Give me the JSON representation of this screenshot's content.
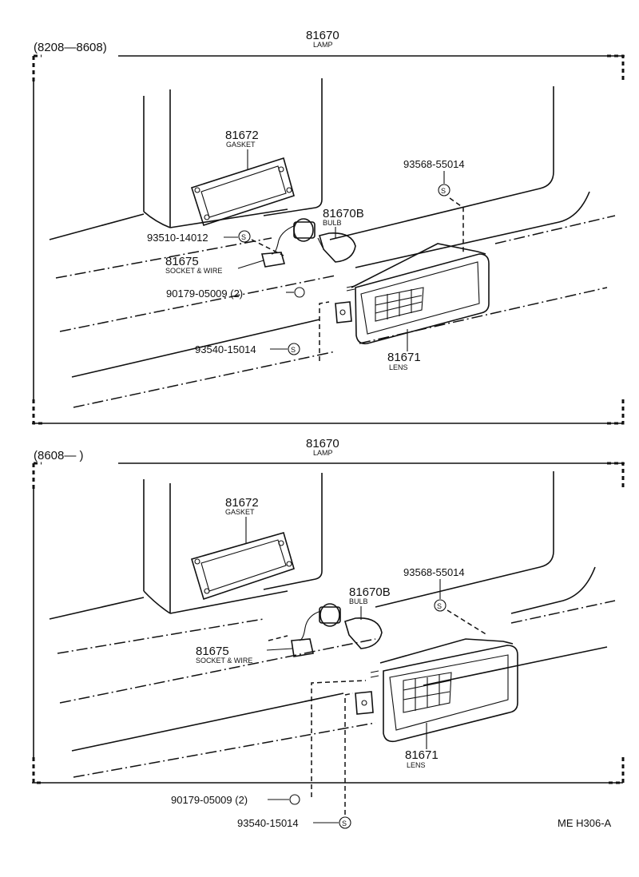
{
  "sections": [
    {
      "range_label": "(8208—8608)",
      "lamp": {
        "number": "81670",
        "name": "LAMP"
      },
      "gasket": {
        "number": "81672",
        "name": "GASKET"
      },
      "bulb": {
        "number": "81670B",
        "name": "BULB"
      },
      "socket": {
        "number": "81675",
        "name": "SOCKET & WIRE"
      },
      "lens": {
        "number": "81671",
        "name": "LENS"
      },
      "refs": [
        "93510-14012",
        "93568-55014",
        "90179-05009 (2)",
        "93540-15014"
      ]
    },
    {
      "range_label": "(8608—       )",
      "lamp": {
        "number": "81670",
        "name": "LAMP"
      },
      "gasket": {
        "number": "81672",
        "name": "GASKET"
      },
      "bulb": {
        "number": "81670B",
        "name": "BULB"
      },
      "socket": {
        "number": "81675",
        "name": "SOCKET & WIRE"
      },
      "lens": {
        "number": "81671",
        "name": "LENS"
      },
      "refs": [
        "93568-55014",
        "90179-05009 (2)",
        "93540-15014"
      ]
    }
  ],
  "diagram_code": "ME  H306-A",
  "icons": [
    "s-circle-icon",
    "c-circle-icon",
    "nut-icon"
  ]
}
